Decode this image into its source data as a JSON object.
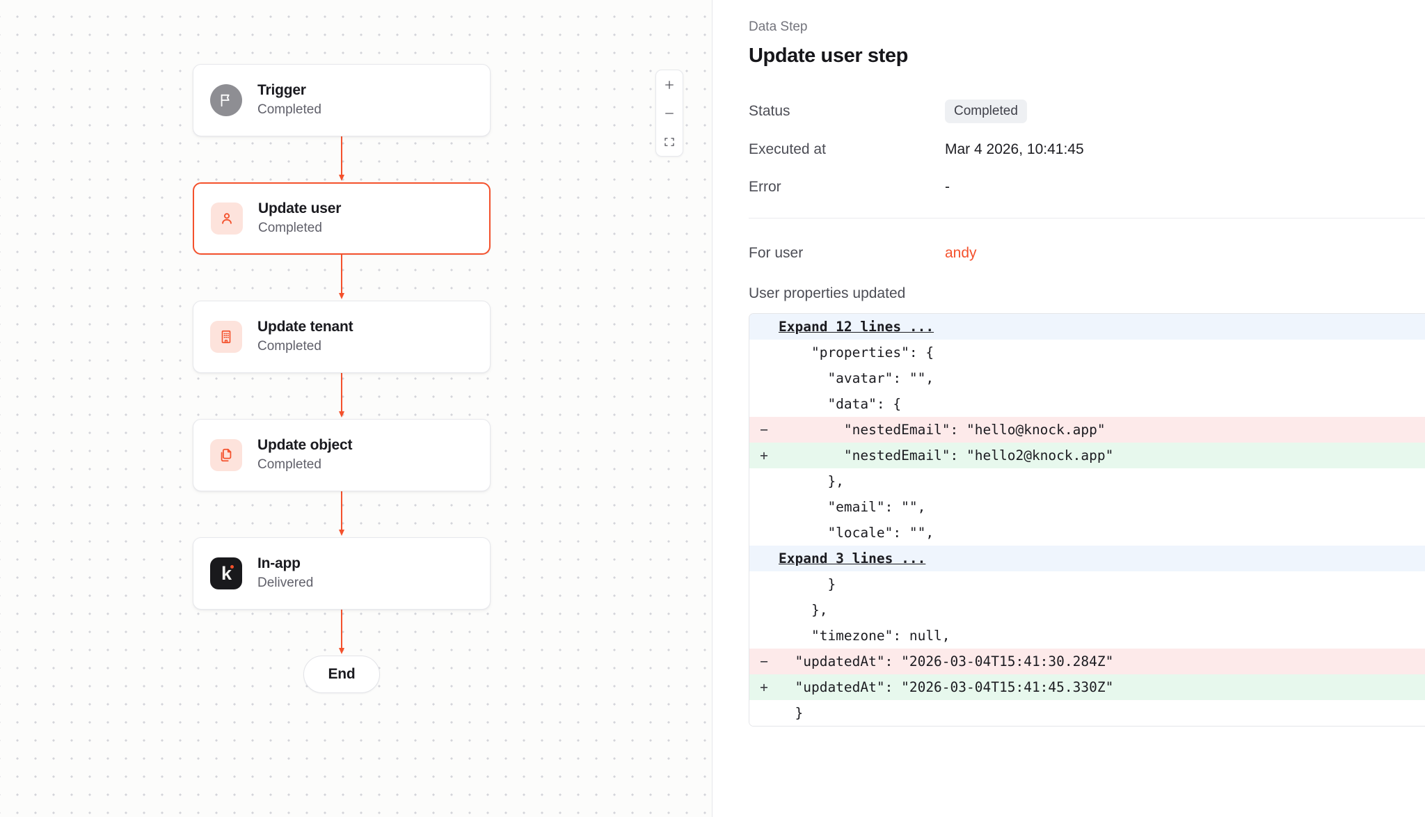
{
  "canvas": {
    "zoom_controls": {
      "zoom_in_label": "+",
      "zoom_out_label": "−",
      "fit_view_label": "fit-view"
    },
    "nodes": [
      {
        "title": "Trigger",
        "status": "Completed",
        "icon": "flag-icon",
        "selected": false
      },
      {
        "title": "Update user",
        "status": "Completed",
        "icon": "user-icon",
        "selected": true
      },
      {
        "title": "Update tenant",
        "status": "Completed",
        "icon": "building-icon",
        "selected": false
      },
      {
        "title": "Update object",
        "status": "Completed",
        "icon": "copy-icon",
        "selected": false
      },
      {
        "title": "In-app",
        "status": "Delivered",
        "icon": "knock-logo-icon",
        "selected": false
      }
    ],
    "end_node": {
      "label": "End"
    }
  },
  "panel": {
    "breadcrumb": "Data Step",
    "title": "Update user step",
    "meta": [
      {
        "label": "Status",
        "value": "Completed",
        "type": "badge"
      },
      {
        "label": "Executed at",
        "value": "Mar 4 2026, 10:41:45",
        "type": "text"
      },
      {
        "label": "Error",
        "value": "-",
        "type": "text"
      }
    ],
    "for_user": {
      "label": "For user",
      "value": "andy"
    },
    "properties_section_label": "User properties updated",
    "diff": [
      {
        "type": "expand",
        "sign": "",
        "code": "Expand 12 lines ..."
      },
      {
        "type": "ctx",
        "sign": "",
        "code": "    \"properties\": {"
      },
      {
        "type": "ctx",
        "sign": "",
        "code": "      \"avatar\": \"\","
      },
      {
        "type": "ctx",
        "sign": "",
        "code": "      \"data\": {"
      },
      {
        "type": "del",
        "sign": "−",
        "code": "        \"nestedEmail\": \"hello@knock.app\""
      },
      {
        "type": "add",
        "sign": "+",
        "code": "        \"nestedEmail\": \"hello2@knock.app\""
      },
      {
        "type": "ctx",
        "sign": "",
        "code": "      },"
      },
      {
        "type": "ctx",
        "sign": "",
        "code": "      \"email\": \"\","
      },
      {
        "type": "ctx",
        "sign": "",
        "code": "      \"locale\": \"\","
      },
      {
        "type": "expand",
        "sign": "",
        "code": "Expand 3 lines ..."
      },
      {
        "type": "ctx",
        "sign": "",
        "code": "      }"
      },
      {
        "type": "ctx",
        "sign": "",
        "code": "    },"
      },
      {
        "type": "ctx",
        "sign": "",
        "code": "    \"timezone\": null,"
      },
      {
        "type": "del",
        "sign": "−",
        "code": "  \"updatedAt\": \"2026-03-04T15:41:30.284Z\""
      },
      {
        "type": "add",
        "sign": "+",
        "code": "  \"updatedAt\": \"2026-03-04T15:41:45.330Z\""
      },
      {
        "type": "ctx",
        "sign": "",
        "code": "  }"
      }
    ]
  },
  "colors": {
    "accent": "#f4512c",
    "canvas_bg": "#fcfcfb",
    "diff_add": "#e7f8ed",
    "diff_del": "#fdeaea",
    "diff_expand": "#eff5fd"
  }
}
